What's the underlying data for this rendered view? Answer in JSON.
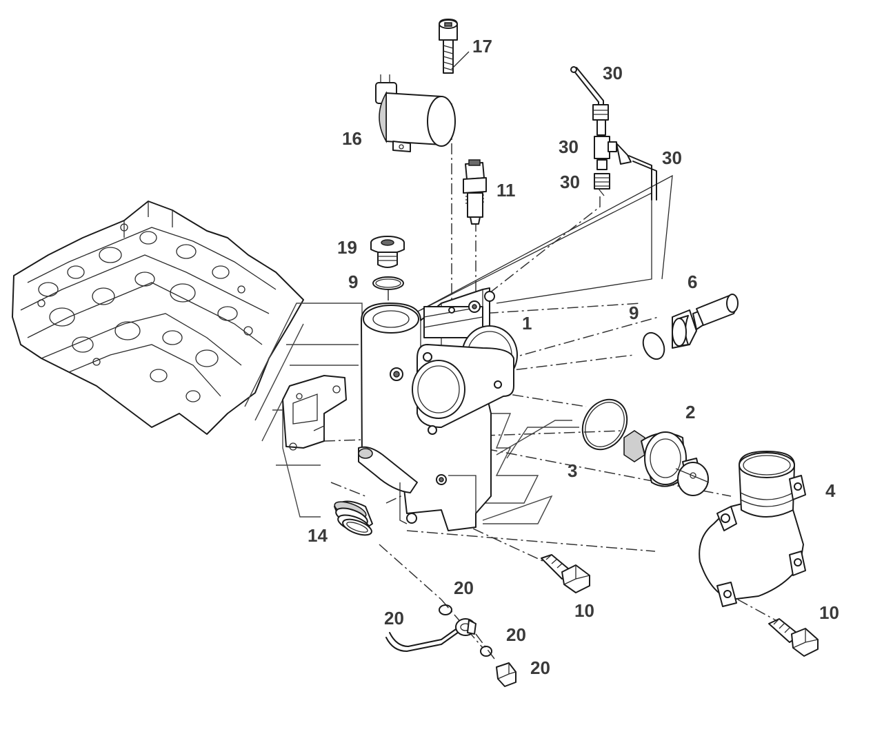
{
  "diagram": {
    "labels": [
      {
        "id": "17",
        "text": "17"
      },
      {
        "id": "16",
        "text": "16"
      },
      {
        "id": "11",
        "text": "11"
      },
      {
        "id": "19",
        "text": "19"
      },
      {
        "id": "9a",
        "text": "9"
      },
      {
        "id": "30a",
        "text": "30"
      },
      {
        "id": "30b",
        "text": "30"
      },
      {
        "id": "30c",
        "text": "30"
      },
      {
        "id": "30d",
        "text": "30"
      },
      {
        "id": "6",
        "text": "6"
      },
      {
        "id": "1",
        "text": "1"
      },
      {
        "id": "9b",
        "text": "9"
      },
      {
        "id": "2",
        "text": "2"
      },
      {
        "id": "3",
        "text": "3"
      },
      {
        "id": "4",
        "text": "4"
      },
      {
        "id": "14",
        "text": "14"
      },
      {
        "id": "20a",
        "text": "20"
      },
      {
        "id": "20b",
        "text": "20"
      },
      {
        "id": "20c",
        "text": "20"
      },
      {
        "id": "20d",
        "text": "20"
      },
      {
        "id": "10a",
        "text": "10"
      },
      {
        "id": "10b",
        "text": "10"
      }
    ]
  }
}
